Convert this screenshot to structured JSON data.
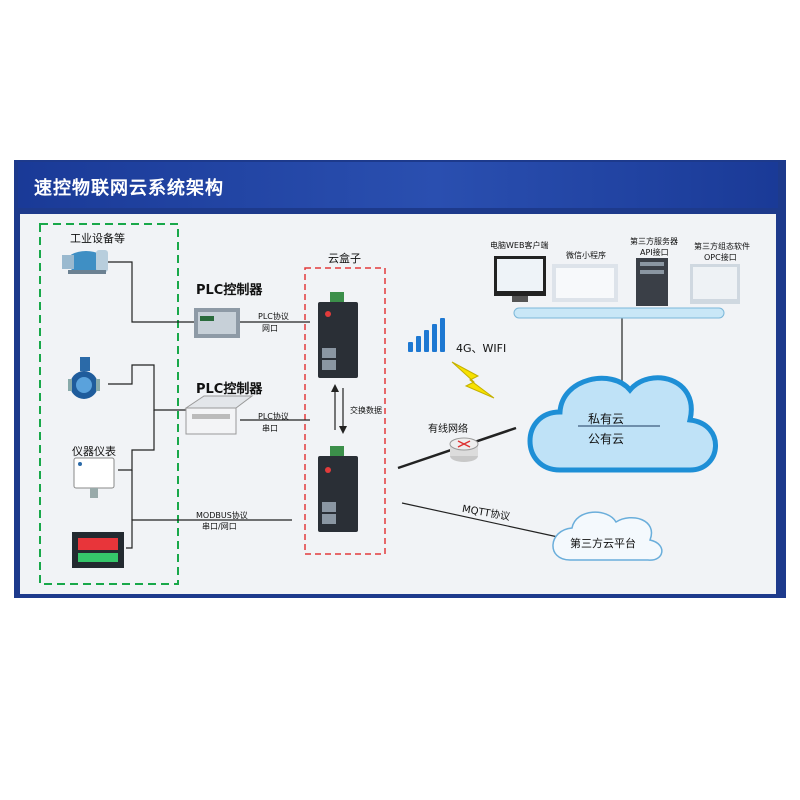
{
  "title": "速控物联网云系统架构",
  "industrial_group": "工业设备等",
  "instrument_group": "仪器仪表",
  "plc1": {
    "name": "PLC控制器",
    "protocol": "PLC协议",
    "port": "网口"
  },
  "plc2": {
    "name": "PLC控制器",
    "protocol": "PLC协议",
    "port": "串口"
  },
  "modbus": {
    "protocol": "MODBUS协议",
    "port": "串口/网口"
  },
  "cloud_box": {
    "label": "云盒子",
    "exchange": "交换数据"
  },
  "wireless": "4G、WIFI",
  "wired": "有线网络",
  "mqtt": "MQTT协议",
  "private_cloud": "私有云",
  "public_cloud": "公有云",
  "third_party_cloud": "第三方云平台",
  "clients": [
    "电脑WEB客户端",
    "微信小程序",
    "第三方服务器",
    "API接口",
    "第三方组态软件",
    "OPC接口"
  ]
}
